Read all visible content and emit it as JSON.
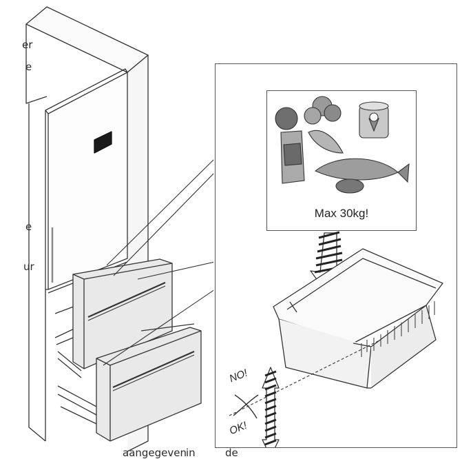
{
  "text_fragments": {
    "frag1": "er",
    "frag2": "e",
    "frag3": "e",
    "frag4": "ur"
  },
  "bottom_text": {
    "word1": "aangegeven",
    "word2": "in",
    "word3": "de"
  },
  "food_box": {
    "max_label": "Max 30kg!"
  },
  "drawer_labels": {
    "no": "NO!",
    "ok": "OK!"
  }
}
